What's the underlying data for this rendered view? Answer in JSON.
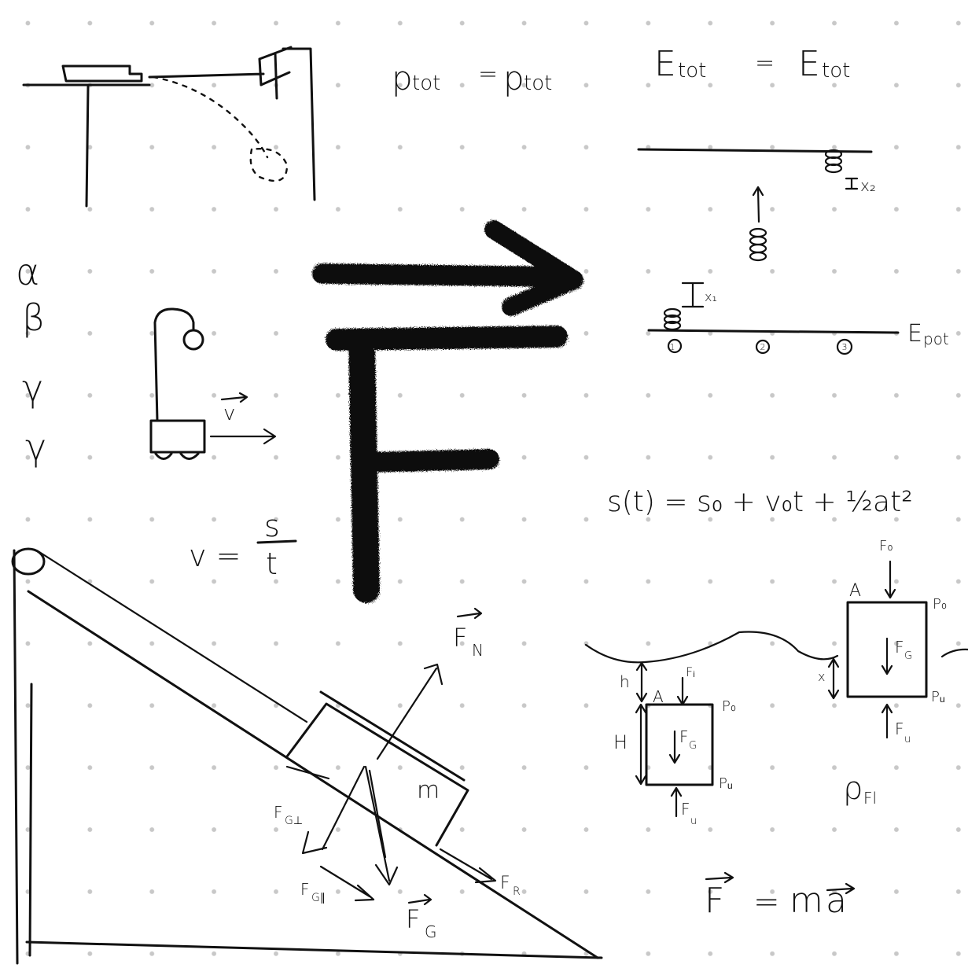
{
  "momentum": {
    "lhs": "p",
    "sub": "tot",
    "eq": "=",
    "rhs": "p",
    "sub2": "tot"
  },
  "energy": {
    "lhs": "E",
    "sub": "tot",
    "eq": "=",
    "rhs": "E",
    "sub2": "tot"
  },
  "greek": [
    "α",
    "β",
    "γ",
    "γ"
  ],
  "velocity_vec": "v",
  "velocity_formula": {
    "lhs": "v =",
    "num": "s",
    "den": "t"
  },
  "spring": {
    "x2": "x₂",
    "x1": "x₁",
    "epot": "E",
    "epot_sub": "pot",
    "positions": [
      "1",
      "2",
      "3"
    ]
  },
  "kinematics": "s(t) = s₀ + v₀t + ½at²",
  "buoyancy": {
    "left": {
      "h": "h",
      "H": "H",
      "A": "A",
      "Fi": "Fᵢ",
      "Po": "P₀",
      "Pu": "Pᵤ",
      "Fg": "F",
      "Fg_sub": "G",
      "Fu": "F",
      "Fu_sub": "u"
    },
    "right": {
      "A": "A",
      "Fo": "F₀",
      "Po": "P₀",
      "Pu": "Pᵤ",
      "x": "x",
      "Fg": "F",
      "Fg_sub": "G",
      "Fu": "F",
      "Fu_sub": "u"
    },
    "density": "ρ",
    "density_sub": "Fl"
  },
  "incline": {
    "FN": "F",
    "FN_sub": "N",
    "m": "m",
    "FGperp": "F",
    "FGperp_sub": "G⊥",
    "FGpar": "F",
    "FGpar_sub": "G∥",
    "FG": "F",
    "FG_sub": "G",
    "FR": "F",
    "FR_sub": "R"
  },
  "newton": {
    "F": "F",
    "eq": "=",
    "m": "m",
    "a": "a"
  },
  "big_letter": "F"
}
